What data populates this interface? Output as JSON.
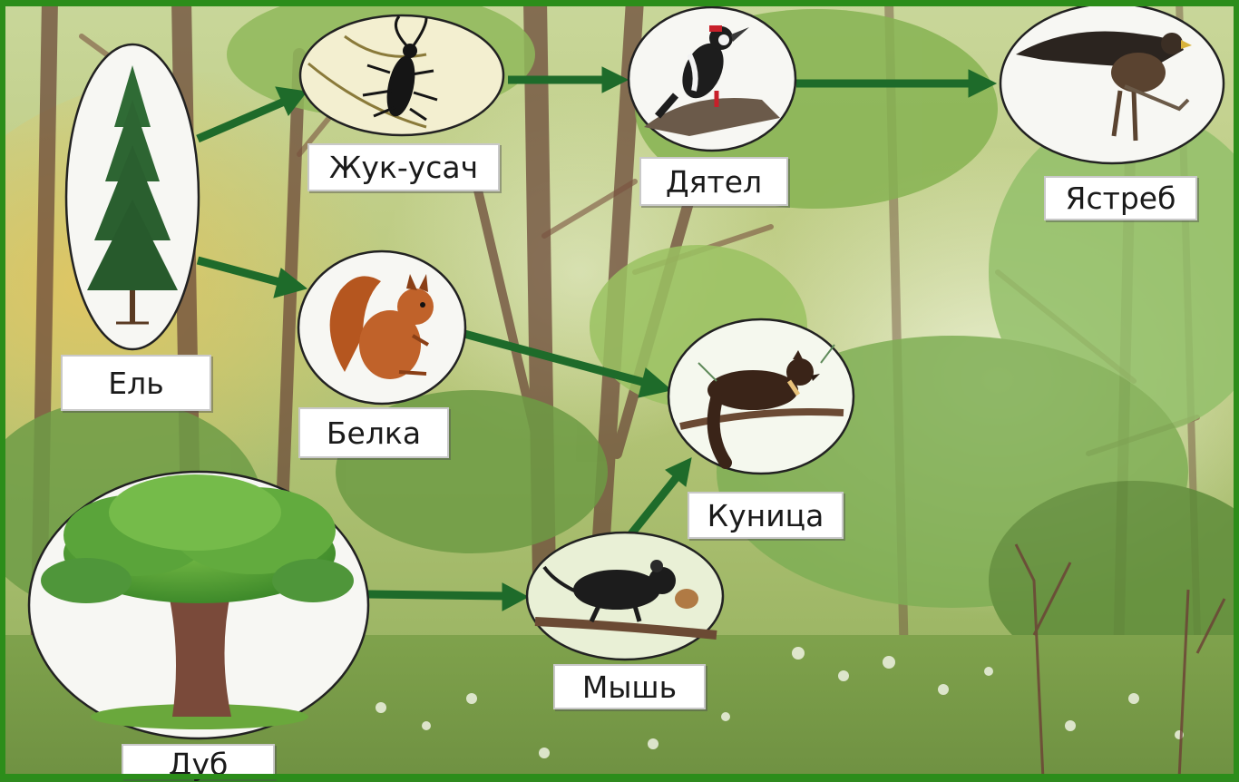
{
  "colors": {
    "arrow": "#1e6b2a",
    "frame": "#2c8d1a",
    "label_bg": "#ffffff",
    "bubble_bg": "#f7f7f3"
  },
  "nodes": {
    "spruce": {
      "label": "Ель",
      "icon": "spruce-tree-icon"
    },
    "beetle": {
      "label": "Жук-усач",
      "icon": "longhorn-beetle-icon"
    },
    "woodpecker": {
      "label": "Дятел",
      "icon": "woodpecker-icon"
    },
    "hawk": {
      "label": "Ястреб",
      "icon": "hawk-icon"
    },
    "squirrel": {
      "label": "Белка",
      "icon": "squirrel-icon"
    },
    "marten": {
      "label": "Куница",
      "icon": "marten-icon"
    },
    "oak": {
      "label": "Дуб",
      "icon": "oak-tree-icon"
    },
    "mouse": {
      "label": "Мышь",
      "icon": "mouse-icon"
    }
  },
  "edges": [
    {
      "from": "spruce",
      "to": "beetle"
    },
    {
      "from": "beetle",
      "to": "woodpecker"
    },
    {
      "from": "woodpecker",
      "to": "hawk"
    },
    {
      "from": "spruce",
      "to": "squirrel"
    },
    {
      "from": "squirrel",
      "to": "marten"
    },
    {
      "from": "oak",
      "to": "mouse"
    },
    {
      "from": "mouse",
      "to": "marten"
    }
  ]
}
